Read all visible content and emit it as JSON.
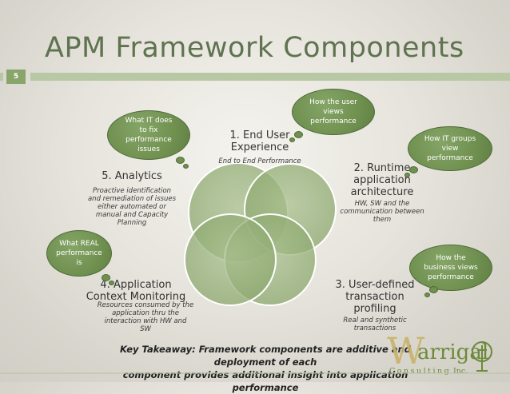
{
  "slide": {
    "title": "APM Framework Components",
    "number": "5"
  },
  "components": [
    {
      "heading": "1. End User\nExperience",
      "sub": "End to End Performance"
    },
    {
      "heading": "2. Runtime\napplication\narchitecture",
      "sub": "HW, SW and the\ncommunication between\nthem"
    },
    {
      "heading": "3. User-defined\ntransaction\nprofiling",
      "sub": "Real and synthetic\ntransactions"
    },
    {
      "heading": "4. Application\nContext Monitoring",
      "sub": "Resources consumed by the\napplication thru the\ninteraction with HW and\nSW"
    },
    {
      "heading": "5. Analytics",
      "sub": "Proactive identification\nand remediation of issues\neither automated or\nmanual and Capacity\nPlanning"
    }
  ],
  "callouts": [
    {
      "text": "What IT does\nto fix\nperformance\nissues"
    },
    {
      "text": "How the user\nviews\nperformance"
    },
    {
      "text": "How IT groups\nview\nperformance"
    },
    {
      "text": "What REAL\nperformance\nis"
    },
    {
      "text": "How the\nbusiness views\nperformance"
    }
  ],
  "takeaway": "Key Takeaway: Framework components are additive and deployment of each\ncomponent provides additional insight into application performance",
  "logo": {
    "letter": "W",
    "name": "arrigal",
    "tagline": "Consulting",
    "suffix": "Inc."
  },
  "colors": {
    "accent_green": "#6f904f",
    "title_green": "#5f7350",
    "circle_fill": "#9fb784"
  }
}
